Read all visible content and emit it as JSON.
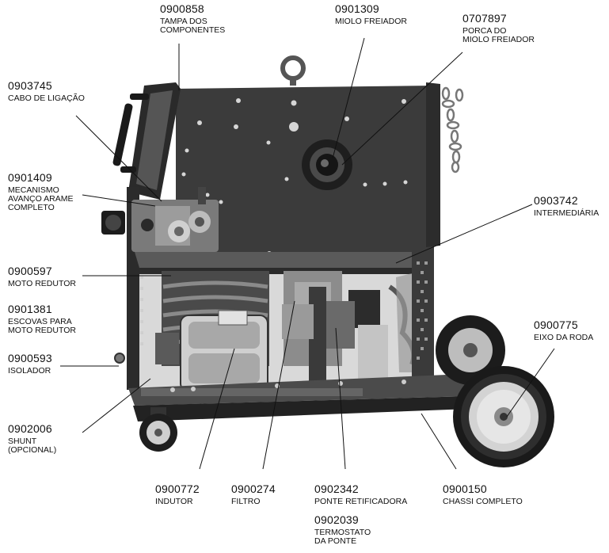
{
  "parts": [
    {
      "id": "tampa",
      "code": "0900858",
      "lines": [
        "TAMPA DOS",
        "COMPONENTES"
      ]
    },
    {
      "id": "miolo",
      "code": "0901309",
      "lines": [
        "MIOLO FREIADOR"
      ]
    },
    {
      "id": "porca",
      "code": "0707897",
      "lines": [
        "PORCA DO",
        "MIOLO FREIADOR"
      ]
    },
    {
      "id": "cabo",
      "code": "0903745",
      "lines": [
        "CABO DE LIGAÇÃO"
      ]
    },
    {
      "id": "mecanismo",
      "code": "0901409",
      "lines": [
        "MECANISMO",
        "AVANÇO ARAME",
        "COMPLETO"
      ]
    },
    {
      "id": "intermediaria",
      "code": "0903742",
      "lines": [
        "INTERMEDIÁRIA"
      ]
    },
    {
      "id": "moto",
      "code": "0900597",
      "lines": [
        "MOTO REDUTOR"
      ]
    },
    {
      "id": "escovas",
      "code": "0901381",
      "lines": [
        "ESCOVAS PARA",
        "MOTO REDUTOR"
      ]
    },
    {
      "id": "eixo",
      "code": "0900775",
      "lines": [
        "EIXO DA RODA"
      ]
    },
    {
      "id": "isolador",
      "code": "0900593",
      "lines": [
        "ISOLADOR"
      ]
    },
    {
      "id": "shunt",
      "code": "0902006",
      "lines": [
        "SHUNT",
        "(OPCIONAL)"
      ]
    },
    {
      "id": "indutor",
      "code": "0900772",
      "lines": [
        "INDUTOR"
      ]
    },
    {
      "id": "filtro",
      "code": "0900274",
      "lines": [
        "FILTRO"
      ]
    },
    {
      "id": "ponte",
      "code": "0902342",
      "lines": [
        "PONTE RETIFICADORA"
      ]
    },
    {
      "id": "chassi",
      "code": "0900150",
      "lines": [
        "CHASSI COMPLETO"
      ]
    },
    {
      "id": "termostato",
      "code": "0902039",
      "lines": [
        "TERMOSTATO",
        "DA PONTE"
      ]
    }
  ],
  "colors": {
    "ink": "#111111",
    "panel": "#3d3d3d",
    "panel_dark": "#262626",
    "metal": "#b9b9b9",
    "leader": "#111111"
  }
}
